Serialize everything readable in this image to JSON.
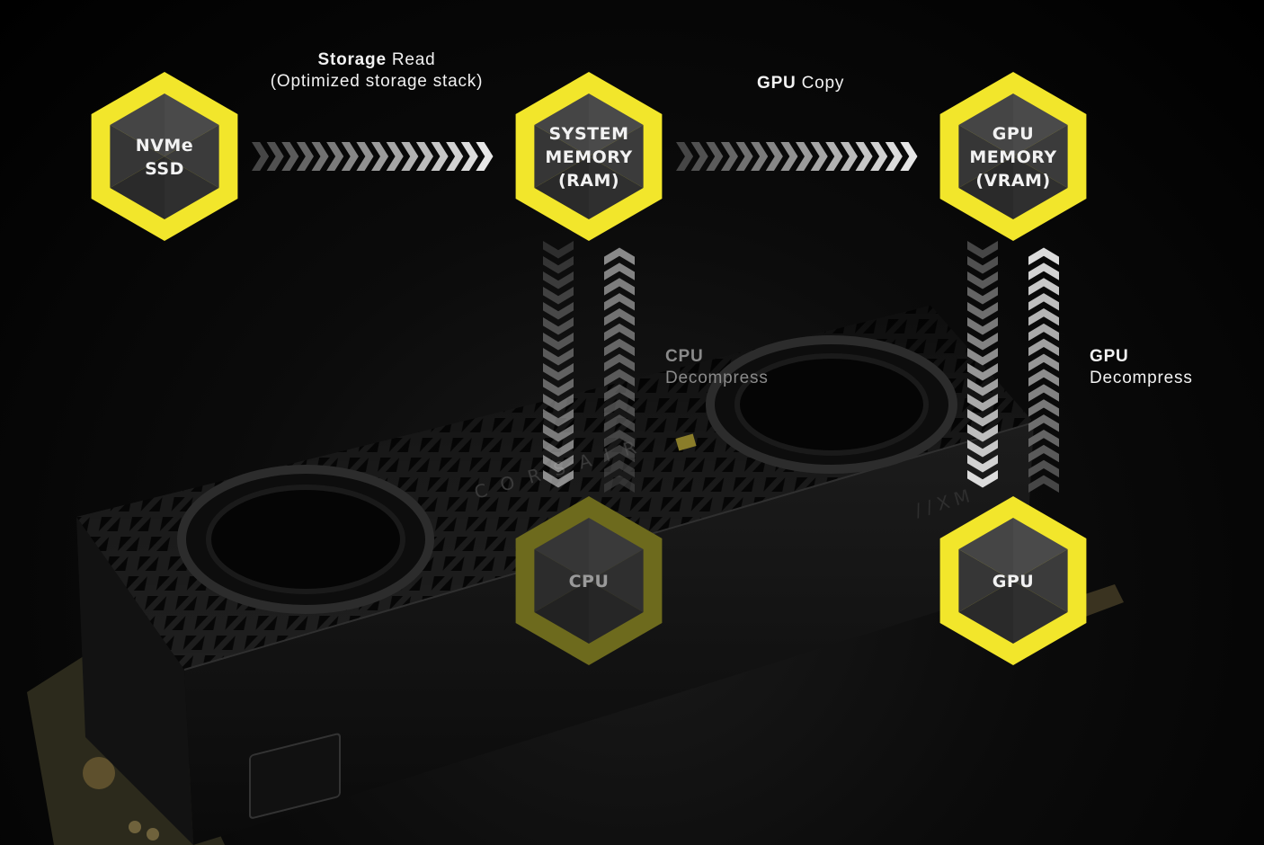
{
  "colors": {
    "accent": "#f2e62b",
    "accent_dim": "#6d6a1d",
    "background": "#000000",
    "hex_face": "#3a3a3a"
  },
  "nodes": {
    "nvme": {
      "lines": [
        "NVMe",
        "SSD"
      ]
    },
    "ram": {
      "lines": [
        "SYSTEM",
        "MEMORY",
        "(RAM)"
      ]
    },
    "vram": {
      "lines": [
        "GPU",
        "MEMORY",
        "(VRAM)"
      ]
    },
    "cpu": {
      "lines": [
        "CPU"
      ]
    },
    "gpu": {
      "lines": [
        "GPU"
      ]
    }
  },
  "flows": {
    "storage_read": {
      "bold": "Storage",
      "rest": " Read",
      "sub": "(Optimized storage stack)"
    },
    "gpu_copy": {
      "bold": "GPU",
      "rest": " Copy"
    },
    "cpu_decompress": {
      "bold": "CPU",
      "sub": "Decompress"
    },
    "gpu_decompress": {
      "bold": "GPU",
      "sub": "Decompress"
    }
  },
  "product": {
    "brand_mark": "CORSAIR",
    "model_mark": "//XM"
  }
}
